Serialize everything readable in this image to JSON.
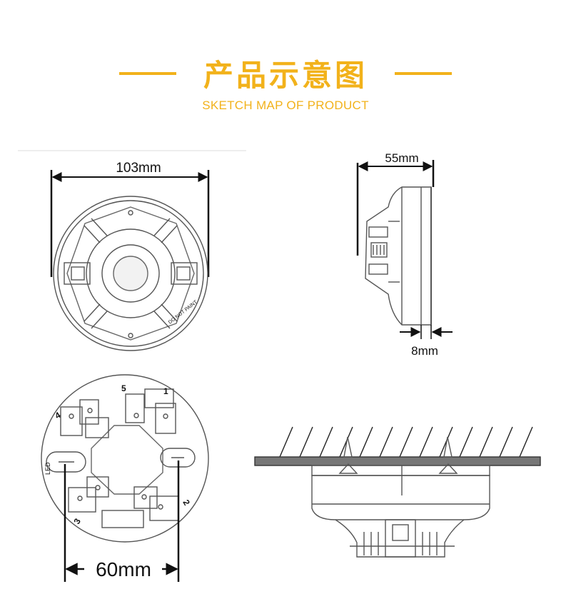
{
  "header": {
    "title": "产品示意图",
    "subtitle": "SKETCH MAP OF PRODUCT",
    "accent": "#f2b21b"
  },
  "dimensions": {
    "diameter": "103mm",
    "height": "55mm",
    "base_gap": "8mm",
    "hole_spacing": "60mm"
  },
  "labels": {
    "do_not_paint": "DO NOT PAINT",
    "terminal_5": "5",
    "terminal_1": "1",
    "terminal_4": "4",
    "terminal_2": "2",
    "terminal_3": "3",
    "led": "LED"
  }
}
